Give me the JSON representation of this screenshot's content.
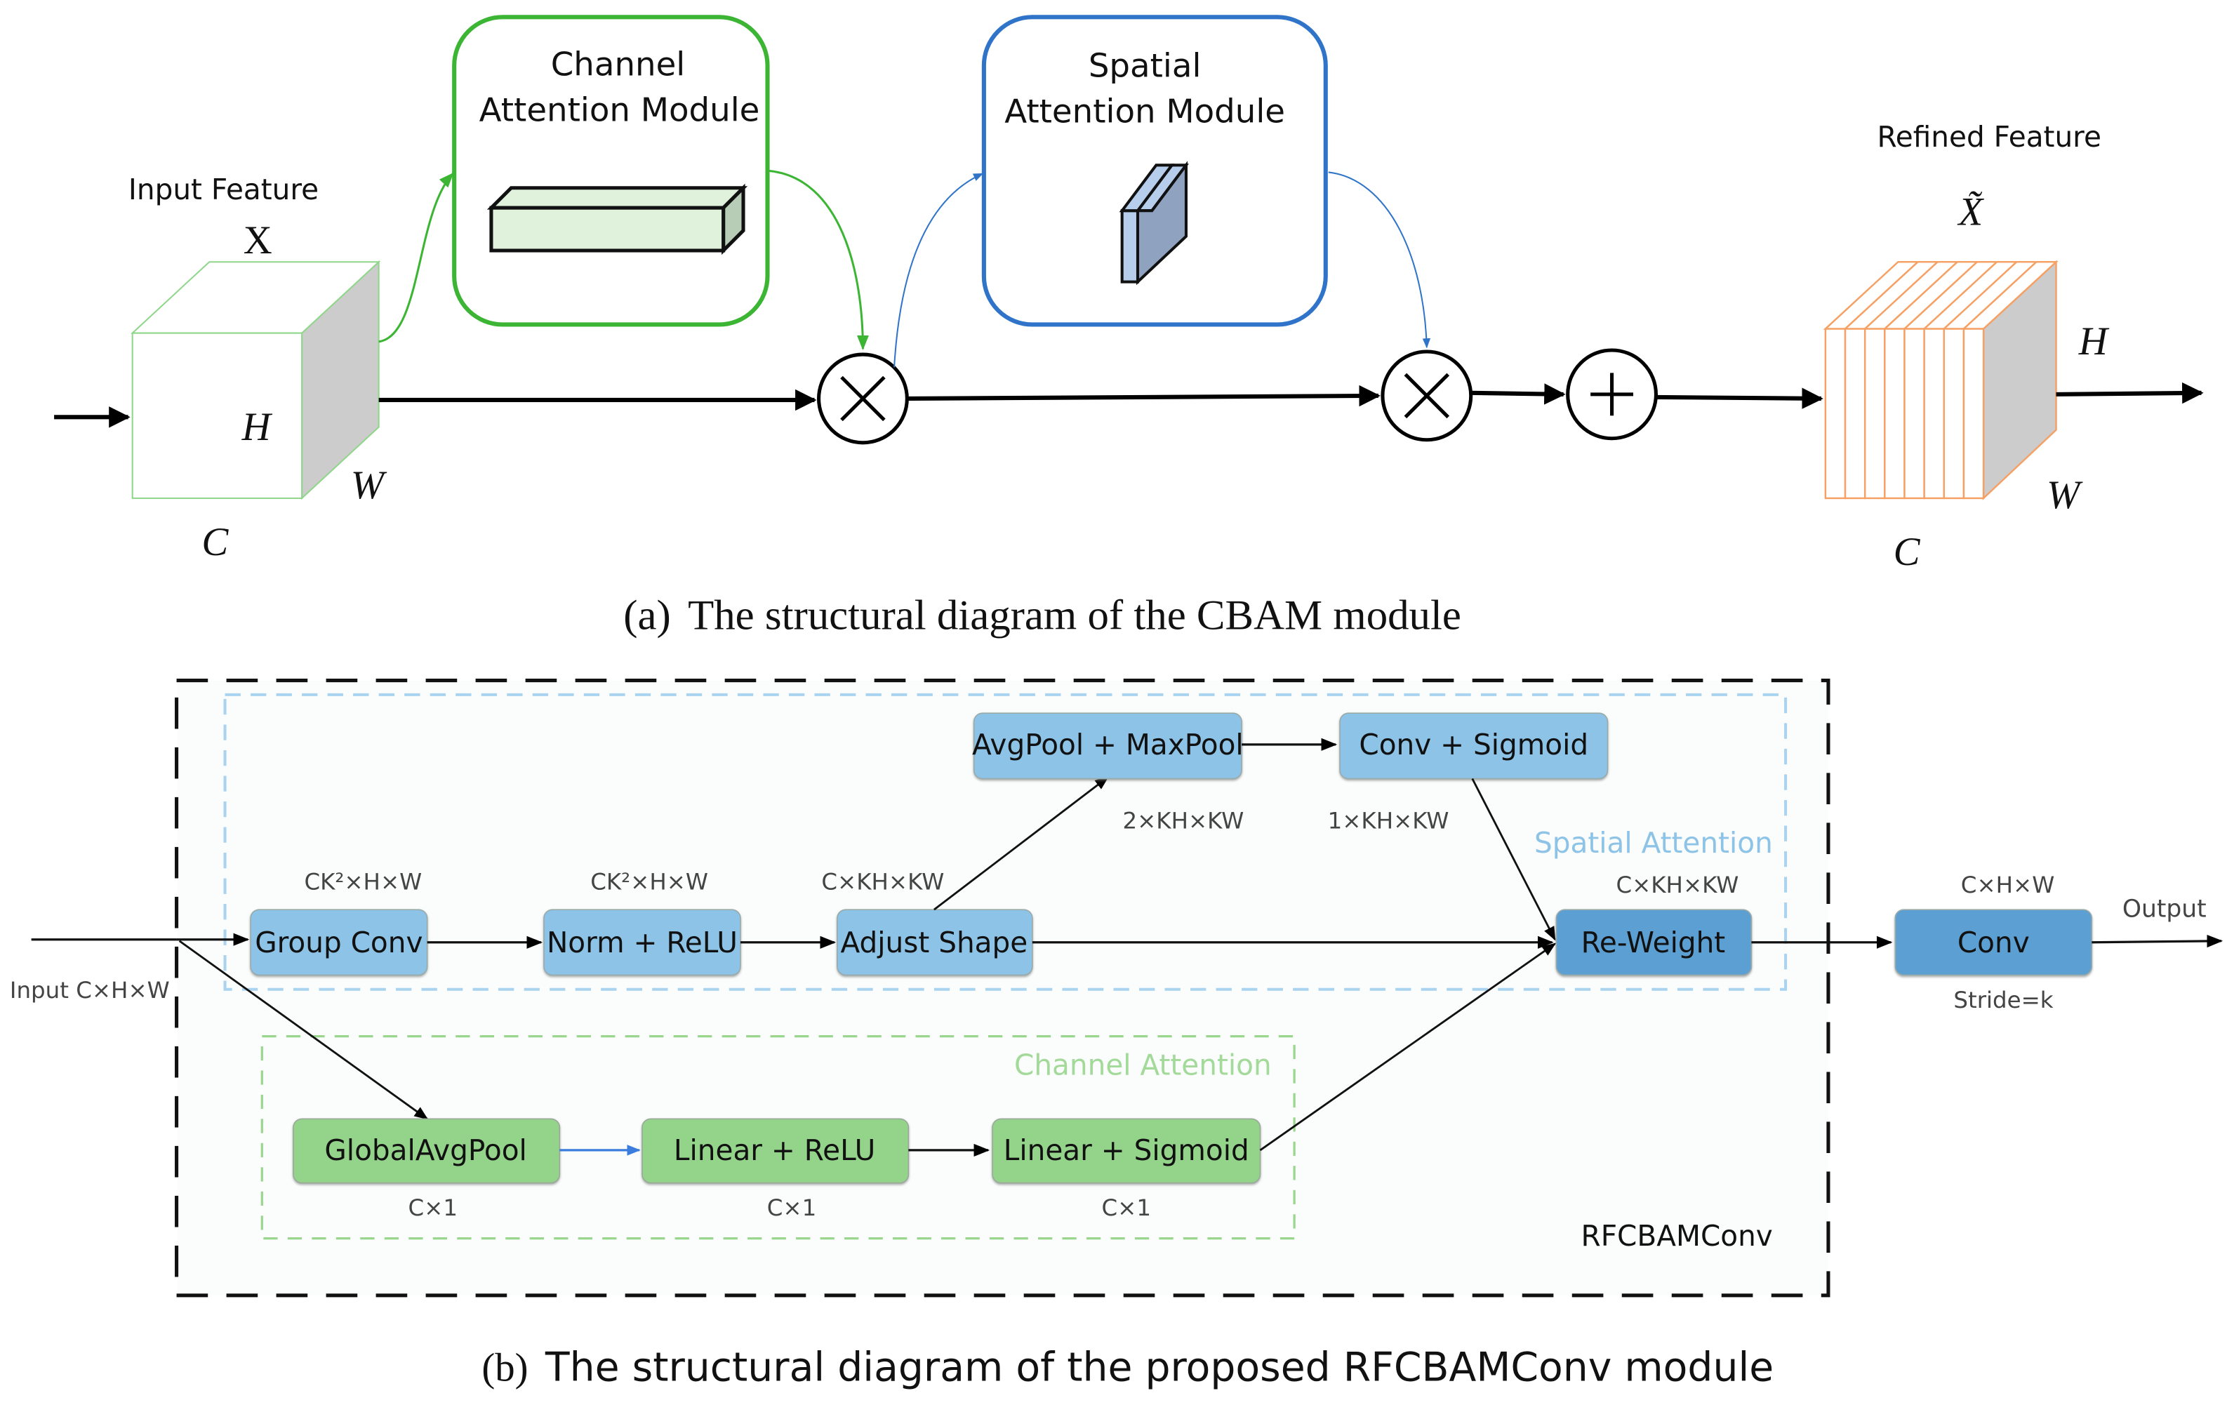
{
  "colors": {
    "channel_green": "#3cb534",
    "spatial_blue": "#2f74c9",
    "cube_green_edge": "#8fd68a",
    "refined_orange": "#f6a064",
    "cube_side_gray": "#cccccc",
    "ca_bar_fill": "#e0f2dc",
    "ca_bar_side": "#b8cdb5",
    "sa_plate_front": "#b6cdec",
    "sa_plate_side": "#8fa2bf",
    "block_light_blue": "#8cc3e6",
    "block_mid_blue": "#5b9fd2",
    "block_green": "#94d38a",
    "spatial_dash": "#a9d3ef",
    "channel_dash": "#9ad68e",
    "spatial_label": "#8cc3e6",
    "channel_label": "#a3da99",
    "ga_arrow_blue": "#3b7ddd"
  },
  "cbam": {
    "input_feature_label": "Input Feature",
    "input_symbol": "X",
    "input_dims": {
      "h": "H",
      "w": "W",
      "c": "C"
    },
    "channel_module": {
      "line1": "Channel",
      "line2": "Attention Module"
    },
    "spatial_module": {
      "line1": "Spatial",
      "line2": "Attention Module"
    },
    "multiply_symbol": "⊗",
    "add_symbol": "⊕",
    "refined_feature_label": "Refined Feature",
    "refined_symbol": "X̃",
    "refined_dims": {
      "h": "H",
      "w": "W",
      "c": "C"
    },
    "caption_tag": "(a)",
    "caption_text": "The structural diagram of the CBAM module"
  },
  "rfcbam": {
    "input_label": "Input C×H×W",
    "output_label": "Output",
    "module_name": "RFCBAMConv",
    "spatial_group_label": "Spatial Attention",
    "channel_group_label": "Channel Attention",
    "blocks": {
      "group_conv": {
        "label": "Group Conv",
        "dim": "CK²×H×W"
      },
      "norm_relu": {
        "label": "Norm + ReLU",
        "dim": "CK²×H×W"
      },
      "adjust_shape": {
        "label": "Adjust Shape",
        "dim": "C×KH×KW"
      },
      "avg_max_pool": {
        "label": "AvgPool + MaxPool",
        "dim": "2×KH×KW"
      },
      "conv_sigmoid": {
        "label": "Conv + Sigmoid",
        "dim": "1×KH×KW"
      },
      "re_weight": {
        "label": "Re-Weight",
        "dim": "C×KH×KW"
      },
      "conv": {
        "label": "Conv",
        "dim": "C×H×W",
        "note": "Stride=k"
      },
      "global_avg_pool": {
        "label": "GlobalAvgPool",
        "dim": "C×1"
      },
      "linear_relu": {
        "label": "Linear + ReLU",
        "dim": "C×1"
      },
      "linear_sigmoid": {
        "label": "Linear + Sigmoid",
        "dim": "C×1"
      }
    },
    "caption_tag": "(b)",
    "caption_text": "The structural diagram of the proposed RFCBAMConv module"
  }
}
